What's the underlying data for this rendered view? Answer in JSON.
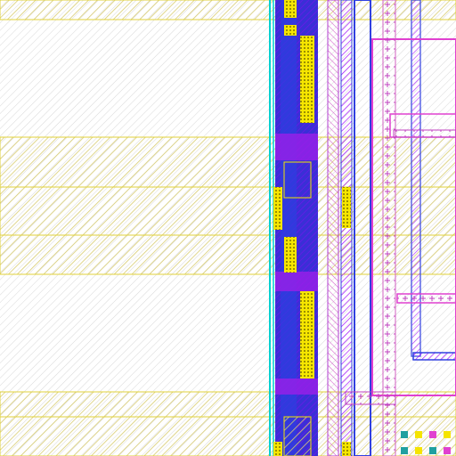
{
  "layout_view": {
    "layers": [
      {
        "id": "background_fill",
        "name": "background-fill",
        "color": "#ffffff",
        "style": "hatch-light"
      },
      {
        "id": "yellow_rails",
        "name": "yellow-rail-band",
        "color": "#e0d23a",
        "style": "hatch"
      },
      {
        "id": "cyan_edge",
        "name": "cyan-edge-line",
        "color": "#00d0d0",
        "style": "solid-line"
      },
      {
        "id": "blue_metal",
        "name": "blue-metal-column",
        "color": "#2a3fd1",
        "style": "fill"
      },
      {
        "id": "purple_poly",
        "name": "purple-poly-column",
        "color": "#8a2be2",
        "style": "hatch"
      },
      {
        "id": "contact_cells",
        "name": "yellow-contact-cell",
        "color": "#f5e400",
        "style": "grid"
      },
      {
        "id": "magenta_outline",
        "name": "magenta-outline",
        "color": "#e040d0",
        "style": "outline"
      },
      {
        "id": "blue_outline",
        "name": "blue-outline",
        "color": "#3040e0",
        "style": "outline"
      },
      {
        "id": "pink_hatch",
        "name": "pink-hatch-region",
        "color": "#d060c0",
        "style": "hatch"
      }
    ]
  }
}
